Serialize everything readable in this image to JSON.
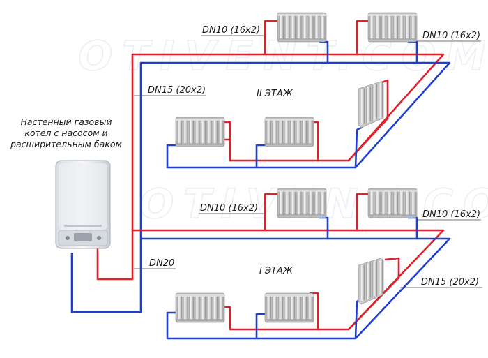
{
  "watermark": "OTIVENT.COM",
  "boiler": {
    "caption_lines": [
      "Настенный газовый",
      "котел с насосом и",
      "расширительным баком"
    ]
  },
  "floors": {
    "upper": "II ЭТАЖ",
    "lower": "I ЭТАЖ"
  },
  "labels": {
    "dn10_upper_left": "DN10 (16x2)",
    "dn10_upper_right": "DN10 (16x2)",
    "dn15_riser": "DN15 (20x2)",
    "dn10_lower_left": "DN10 (16x2)",
    "dn10_lower_right": "DN10 (16x2)",
    "dn20_main": "DN20",
    "dn15_lower": "DN15 (20x2)"
  },
  "colors": {
    "supply": "#e0202a",
    "return": "#1f3fd0",
    "radiator": "#d6d6d6"
  }
}
